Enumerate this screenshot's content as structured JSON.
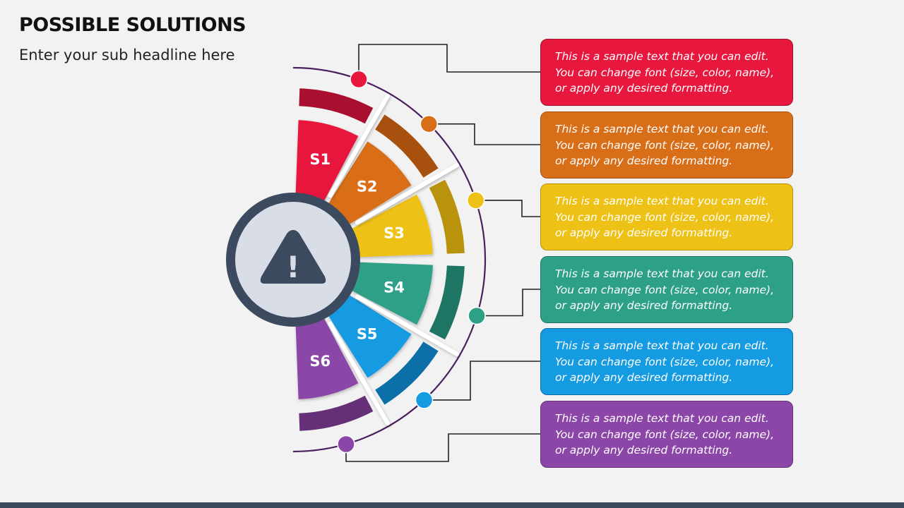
{
  "header": {
    "title": "POSSIBLE SOLUTIONS",
    "subtitle": "Enter your sub headline here"
  },
  "center_icon": {
    "name": "warning-icon",
    "glyph": "!"
  },
  "segments": [
    {
      "label": "S1",
      "color": "#e8173e",
      "dark": "#a90f2f"
    },
    {
      "label": "S2",
      "color": "#d96e19",
      "dark": "#a8510f"
    },
    {
      "label": "S3",
      "color": "#eec117",
      "dark": "#b8930b"
    },
    {
      "label": "S4",
      "color": "#2ea088",
      "dark": "#1e7563"
    },
    {
      "label": "S5",
      "color": "#159be2",
      "dark": "#0c6fa8"
    },
    {
      "label": "S6",
      "color": "#8b46a8",
      "dark": "#653078"
    }
  ],
  "text_boxes": [
    {
      "line1": "This is a sample text that you can edit.",
      "line2": "You can change font (size, color, name),",
      "line3": "or apply any desired formatting.",
      "color": "#e8173e"
    },
    {
      "line1": "This is a sample text that you can edit.",
      "line2": "You can change font (size, color, name),",
      "line3": "or apply any desired formatting.",
      "color": "#d96e19"
    },
    {
      "line1": "This is a sample text that you can edit.",
      "line2": "You can change font (size, color, name),",
      "line3": "or apply any desired formatting.",
      "color": "#eec117"
    },
    {
      "line1": "This is a sample text that you can edit.",
      "line2": "You can change font (size, color, name),",
      "line3": "or apply any desired formatting.",
      "color": "#2ea088"
    },
    {
      "line1": "This is a sample text that you can edit.",
      "line2": "You can change font (size, color, name),",
      "line3": "or apply any desired formatting.",
      "color": "#159be2"
    },
    {
      "line1": "This is a sample text that you can edit.",
      "line2": "You can change font (size, color, name),",
      "line3": "or apply any desired formatting.",
      "color": "#8b46a8"
    }
  ],
  "colors": {
    "arc_line": "#4a1f5e",
    "connector": "#222222",
    "hub_ring": "#3b4a5e",
    "hub_fill": "#d9dee6",
    "footer": "#3b4a5e"
  }
}
